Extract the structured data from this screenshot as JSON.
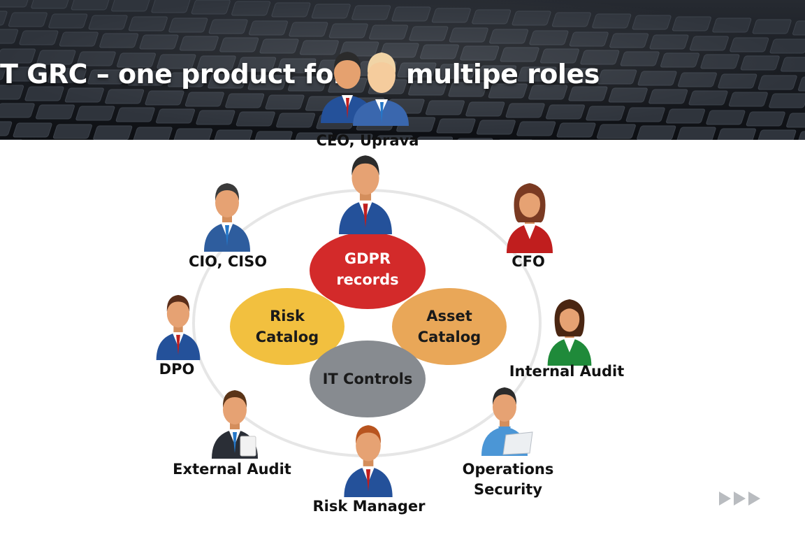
{
  "slide": {
    "title_left": "T GRC – one product for",
    "title_right": "multipe roles"
  },
  "roles": {
    "ceo": "CEO, Uprava",
    "cio": "CIO, CISO",
    "cfo": "CFO",
    "dpo": "DPO",
    "internal_audit": "Internal Audit",
    "external_audit": "External Audit",
    "risk_manager": "Risk Manager",
    "operations_security": [
      "Operations",
      "Security"
    ]
  },
  "modules": {
    "gdpr": [
      "GDPR",
      "records"
    ],
    "risk": [
      "Risk",
      "Catalog"
    ],
    "asset": [
      "Asset",
      "Catalog"
    ],
    "controls": "IT Controls"
  },
  "colors": {
    "gdpr": "#d32a2a",
    "risk": "#f2c03f",
    "asset": "#e9a758",
    "controls": "#878b90",
    "ring": "#e6e6e6"
  },
  "icons": {
    "header": "two-businessmen-icon",
    "nav": "next-slide-arrows-icon"
  }
}
